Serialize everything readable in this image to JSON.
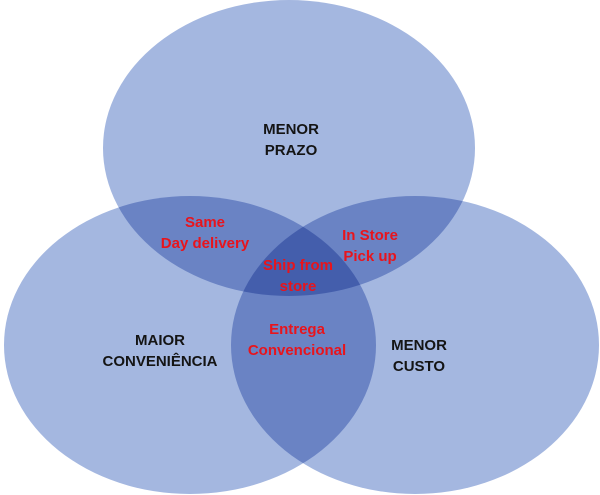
{
  "colors": {
    "circle_fill": "#a4b7e0",
    "set_label": "#141414",
    "intersection_label": "#e8141c"
  },
  "sets": [
    {
      "id": "top",
      "lines": [
        "MENOR",
        "PRAZO"
      ]
    },
    {
      "id": "left",
      "lines": [
        "MAIOR",
        "CONVENIÊNCIA"
      ]
    },
    {
      "id": "right",
      "lines": [
        "MENOR",
        "CUSTO"
      ]
    }
  ],
  "intersections": [
    {
      "id": "top-left",
      "lines": [
        "Same",
        "Day delivery"
      ]
    },
    {
      "id": "top-right",
      "lines": [
        "In Store",
        "Pick up"
      ]
    },
    {
      "id": "center",
      "lines": [
        "Ship from",
        "store"
      ]
    },
    {
      "id": "left-right",
      "lines": [
        "Entrega",
        "Convencional"
      ]
    }
  ]
}
